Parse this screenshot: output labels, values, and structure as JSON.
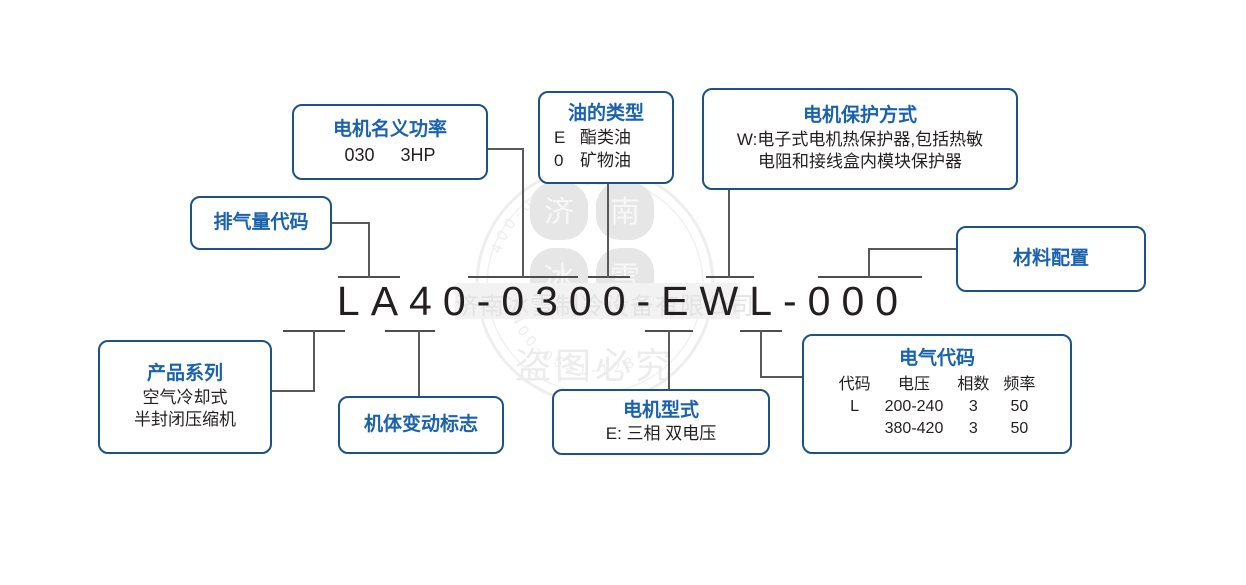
{
  "colors": {
    "border": "#1b5288",
    "title": "#1b62ad",
    "text": "#231f20",
    "connector": "#58595b",
    "watermark": "#ececec"
  },
  "model_code": "LA40-0300-EWL-000",
  "watermark": {
    "logo_chars": [
      "济",
      "南",
      "冰",
      "雪"
    ],
    "band_text": "济南冰雪制冷设备有限公司",
    "stamp_text": "盗图必究",
    "arc_text": "400-0531-128"
  },
  "boxes": {
    "displacement": {
      "title": "排气量代码"
    },
    "motor_power": {
      "title": "电机名义功率",
      "code": "030",
      "value": "3HP"
    },
    "oil_type": {
      "title": "油的类型",
      "rows": [
        {
          "code": "E",
          "name": "酯类油"
        },
        {
          "code": "0",
          "name": "矿物油"
        }
      ]
    },
    "motor_protection": {
      "title": "电机保护方式",
      "line1": "W:电子式电机热保护器,包括热敏",
      "line2": "电阻和接线盒内模块保护器"
    },
    "material_config": {
      "title": "材料配置"
    },
    "product_series": {
      "title": "产品系列",
      "line1": "空气冷却式",
      "line2": "半封闭压缩机"
    },
    "body_change": {
      "title": "机体变动标志"
    },
    "motor_type": {
      "title": "电机型式",
      "line1": "E: 三相 双电压"
    },
    "electric_code": {
      "title": "电气代码",
      "headers": [
        "代码",
        "电压",
        "相数",
        "频率"
      ],
      "rows": [
        [
          "L",
          "200-240",
          "3",
          "50"
        ],
        [
          "",
          "380-420",
          "3",
          "50"
        ]
      ]
    }
  }
}
